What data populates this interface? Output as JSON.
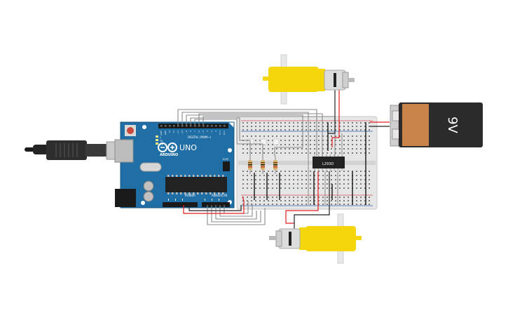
{
  "arduino": {
    "brand": "ARDUINO",
    "model": "UNO",
    "header_digital": "DIGITAL (PWM~)",
    "header_power": "POWER",
    "header_analog": "ANALOG IN",
    "digital_pins": [
      "AREF",
      "GND",
      "13",
      "12",
      "~11",
      "~10",
      "~9",
      "8",
      "7",
      "~6",
      "~5",
      "4",
      "~3",
      "2",
      "TX 1",
      "RX 0"
    ],
    "tx_label": "TX",
    "rx_label": "RX",
    "l_label": "L",
    "icsp_label": "ICSP"
  },
  "battery": {
    "label": "9V"
  },
  "driver": {
    "label": "L293D"
  },
  "colors": {
    "arduino_board": "#1f6ea5",
    "wire_gray": "#8a8a8a",
    "wire_red": "#e02020",
    "wire_black": "#222222",
    "motor_yellow": "#f5d60a",
    "battery_body": "#2b2b2b",
    "battery_label": "#c8844a",
    "breadboard": "#e6e6e6"
  }
}
